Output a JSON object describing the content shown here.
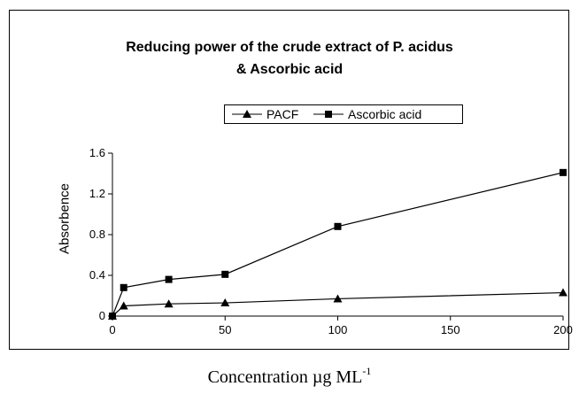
{
  "chart_data": {
    "type": "line",
    "title_line1": "Reducing power of the crude extract of P. acidus",
    "title_line2": "& Ascorbic acid",
    "ylabel": "Absorbence",
    "xlabel_main": "Concentration µg ML",
    "xlabel_sup": "-1",
    "xlim": [
      0,
      200
    ],
    "ylim": [
      0,
      1.6
    ],
    "xticks": [
      0,
      50,
      100,
      150,
      200
    ],
    "yticks": [
      "0",
      "0.4",
      "0.8",
      "1.2",
      "1.6"
    ],
    "legend_position": "top-center",
    "series": [
      {
        "name": "PACF",
        "marker": "triangle",
        "x": [
          0,
          5,
          25,
          50,
          100,
          200
        ],
        "y": [
          0.0,
          0.1,
          0.12,
          0.13,
          0.17,
          0.23
        ]
      },
      {
        "name": "Ascorbic acid",
        "marker": "square",
        "x": [
          0,
          5,
          25,
          50,
          100,
          200
        ],
        "y": [
          0.0,
          0.28,
          0.36,
          0.41,
          0.88,
          1.41
        ]
      }
    ],
    "colors": {
      "line": "#000000",
      "background": "#ffffff"
    }
  }
}
